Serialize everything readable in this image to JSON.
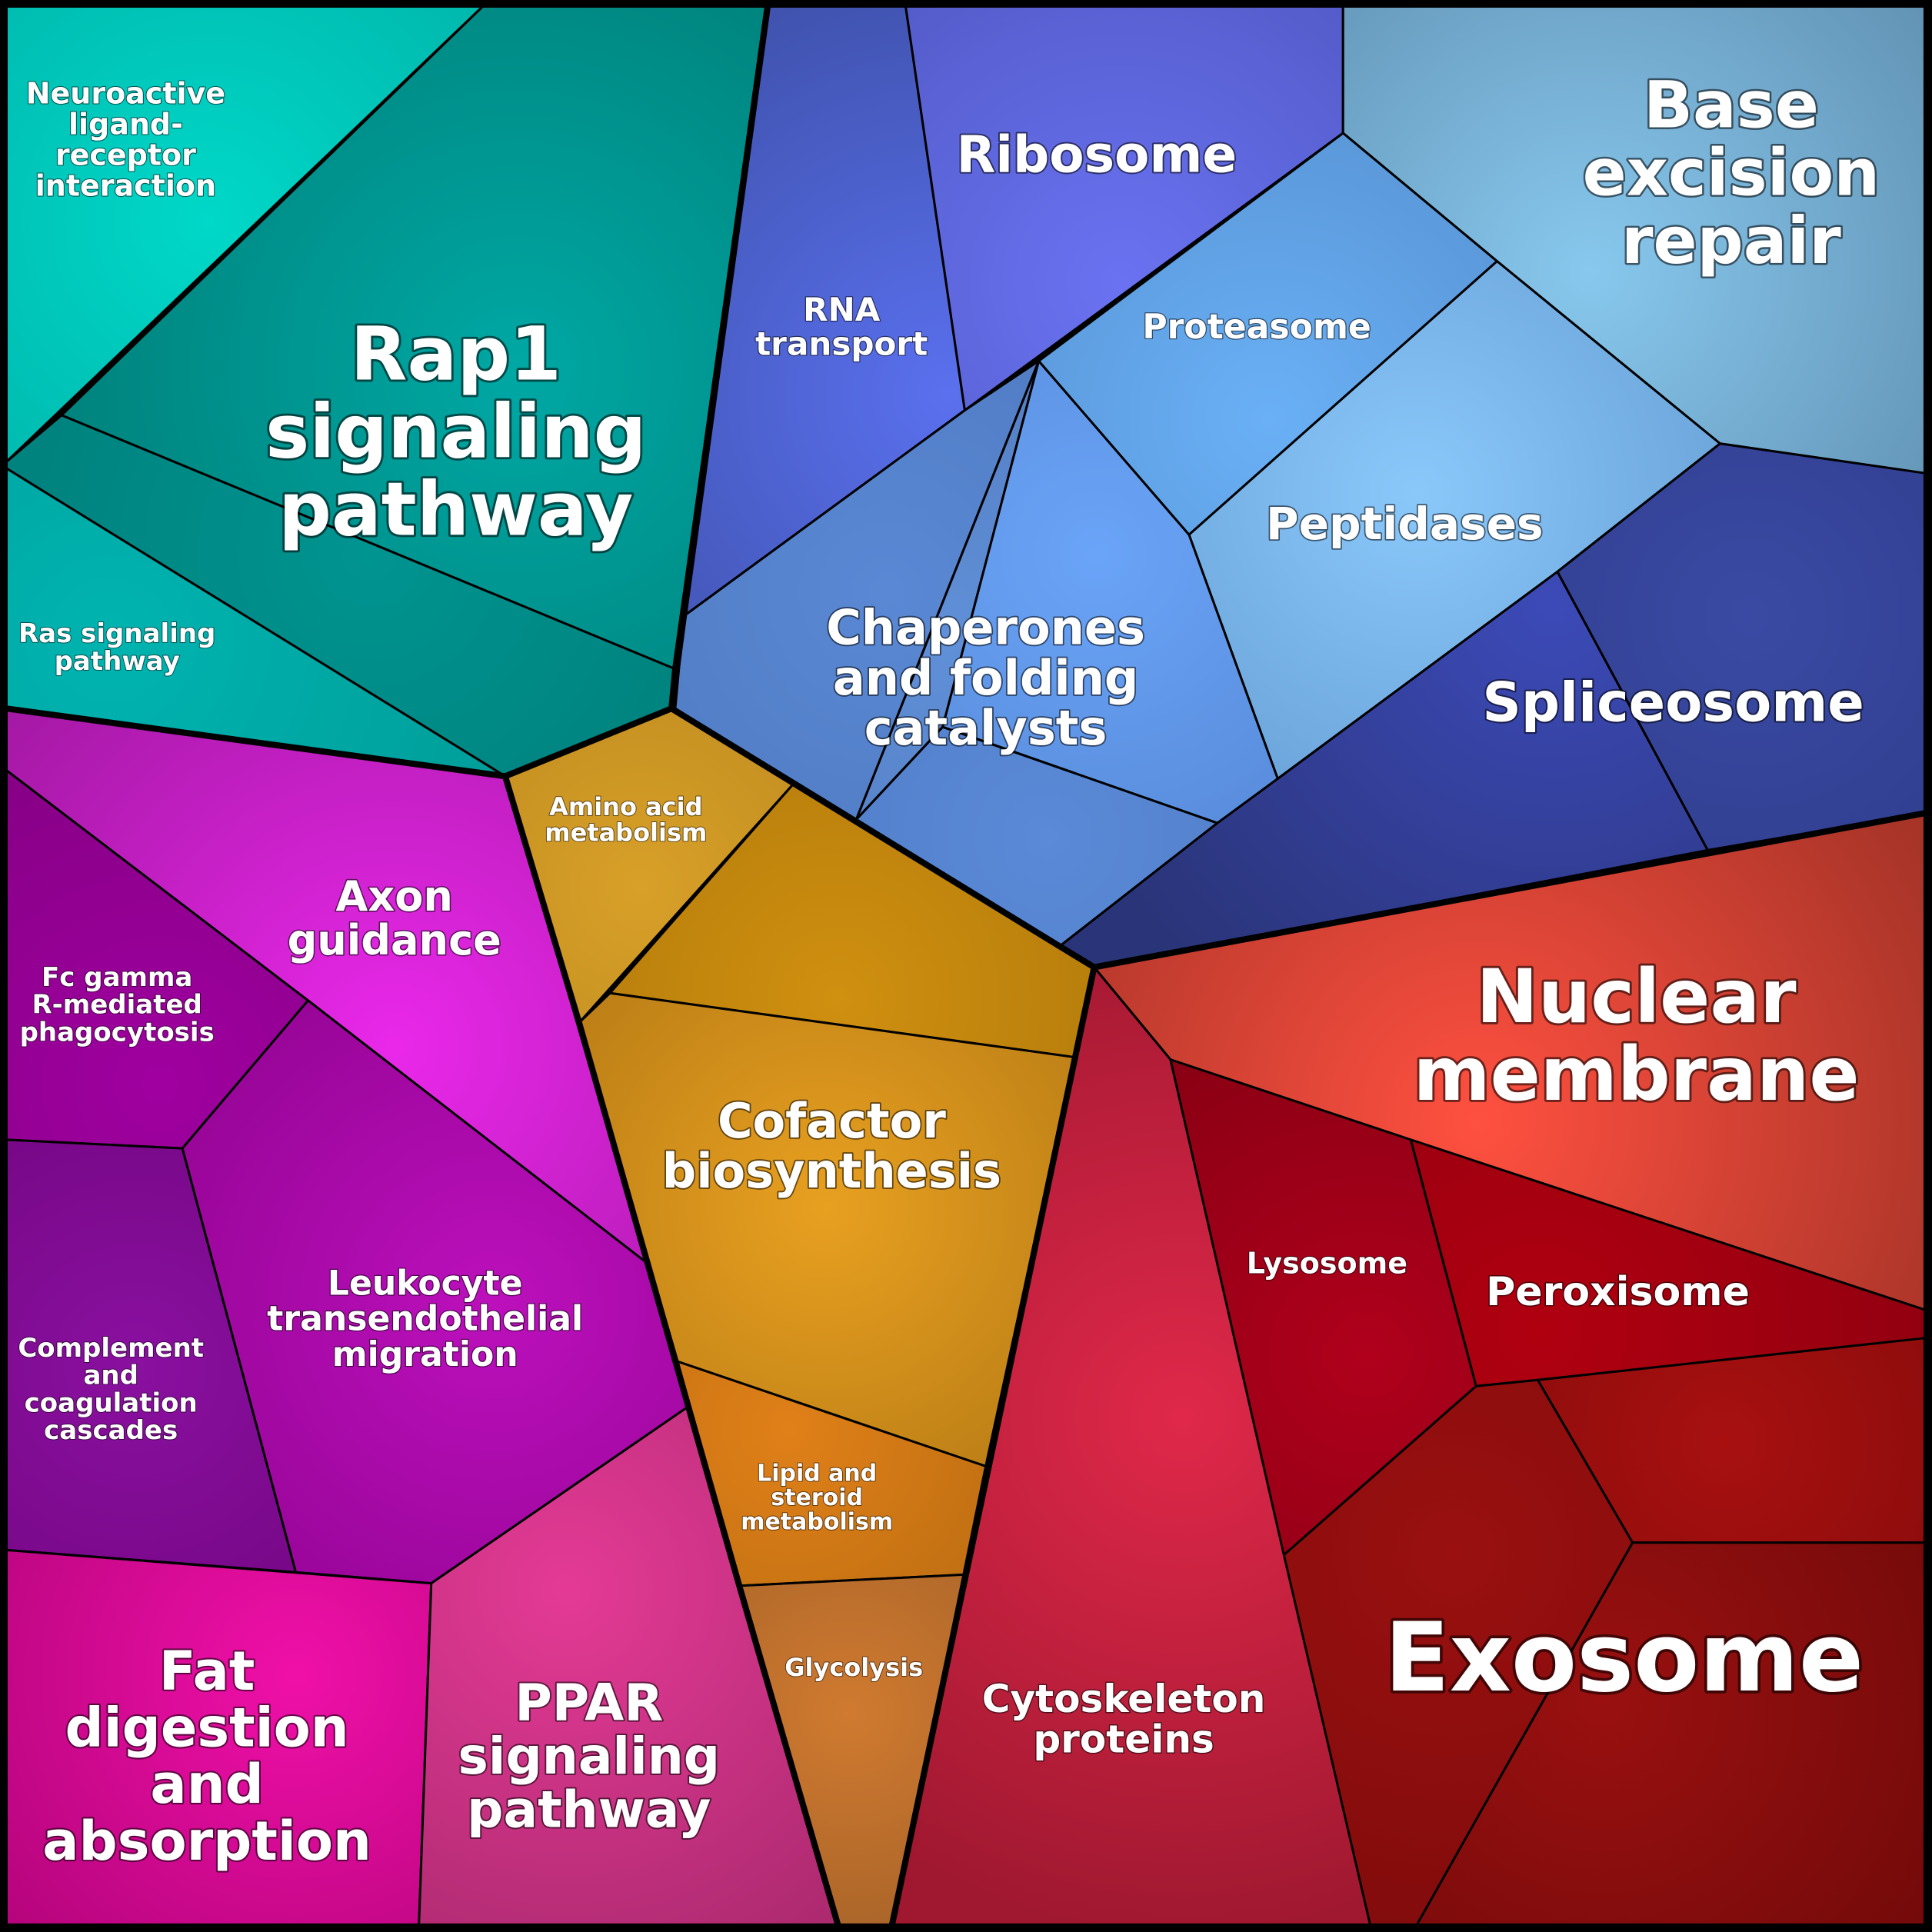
{
  "groups": [
    {
      "id": "g_teal",
      "color": "#008b8b"
    },
    {
      "id": "g_blue",
      "color": "#4a5fc0"
    },
    {
      "id": "g_magenta",
      "color": "#a010a0"
    },
    {
      "id": "g_orange",
      "color": "#c08010"
    },
    {
      "id": "g_red",
      "color": "#a01010"
    }
  ],
  "cells": [
    {
      "id": "neuroactive",
      "group": "g_teal",
      "label": [
        "Neuroactive",
        "ligand-",
        "receptor",
        "interaction"
      ],
      "inner": "#00d8c8",
      "outer": "#00a8a0",
      "font": 38
    },
    {
      "id": "rap1",
      "group": "g_teal",
      "label": [
        "Rap1",
        "signaling",
        "pathway"
      ],
      "inner": "#00a8a4",
      "outer": "#007e78",
      "font": 96
    },
    {
      "id": "teal_minor",
      "group": "g_teal",
      "label": [],
      "inner": "#009490",
      "outer": "#007a76",
      "font": 0
    },
    {
      "id": "ras",
      "group": "g_teal",
      "label": [
        "Ras signaling",
        "pathway"
      ],
      "inner": "#00b4b0",
      "outer": "#009894",
      "font": 34
    },
    {
      "id": "rna_transport",
      "group": "g_blue",
      "label": [
        "RNA",
        "transport"
      ],
      "inner": "#5a70ee",
      "outer": "#3a4ca0",
      "font": 42
    },
    {
      "id": "ribosome",
      "group": "g_blue",
      "label": [
        "Ribosome"
      ],
      "inner": "#6a72f2",
      "outer": "#4a52b8",
      "font": 66
    },
    {
      "id": "base_excision",
      "group": "g_blue",
      "label": [
        "Base",
        "excision",
        "repair"
      ],
      "inner": "#88c8ee",
      "outer": "#5a88a8",
      "font": 84
    },
    {
      "id": "proteasome",
      "group": "g_blue",
      "label": [
        "Proteasome"
      ],
      "inner": "#6ab0f6",
      "outer": "#4e86c4",
      "font": 44
    },
    {
      "id": "peptidases",
      "group": "g_blue",
      "label": [
        "Peptidases"
      ],
      "inner": "#8ac8fa",
      "outer": "#5a90c8",
      "font": 58
    },
    {
      "id": "chaperones_a",
      "group": "g_blue",
      "label": [],
      "inner": "#5a88d4",
      "outer": "#4a74b8",
      "font": 0
    },
    {
      "id": "chaperones",
      "group": "g_blue",
      "label": [
        "Chaperones",
        "and folding",
        "catalysts"
      ],
      "inner": "#6aa4f8",
      "outer": "#4e7cc8",
      "font": 62
    },
    {
      "id": "chaperones_c",
      "group": "g_blue",
      "label": [],
      "inner": "#5a8ad8",
      "outer": "#4a72b8",
      "font": 0
    },
    {
      "id": "chaperones_d",
      "group": "g_blue",
      "label": [],
      "inner": "#6090d8",
      "outer": "#4a70b4",
      "font": 0
    },
    {
      "id": "spliceosome",
      "group": "g_blue",
      "label": [
        "Spliceosome"
      ],
      "inner": "#3c4ab8",
      "outer": "#2a3478",
      "font": 70
    },
    {
      "id": "splice_minor",
      "group": "g_blue",
      "label": [],
      "inner": "#3a4aa4",
      "outer": "#2a3680",
      "font": 0
    },
    {
      "id": "axon",
      "group": "g_magenta",
      "label": [
        "Axon",
        "guidance"
      ],
      "inner": "#ea28ea",
      "outer": "#a418a4",
      "font": 54
    },
    {
      "id": "fcgamma",
      "group": "g_magenta",
      "label": [
        "Fc gamma",
        "R-mediated",
        "phagocytosis"
      ],
      "inner": "#a000a0",
      "outer": "#7a0078",
      "font": 34
    },
    {
      "id": "leukocyte",
      "group": "g_magenta",
      "label": [
        "Leukocyte",
        "transendothelial",
        "migration"
      ],
      "inner": "#bc10bc",
      "outer": "#880088",
      "font": 44
    },
    {
      "id": "complement",
      "group": "g_magenta",
      "label": [
        "Complement",
        "and",
        "coagulation",
        "cascades"
      ],
      "inner": "#8a10a0",
      "outer": "#660070",
      "font": 34
    },
    {
      "id": "fat_digestion",
      "group": "g_magenta",
      "label": [
        "Fat",
        "digestion",
        "and",
        "absorption"
      ],
      "inner": "#f010a8",
      "outer": "#a0006c",
      "font": 70
    },
    {
      "id": "ppar",
      "group": "g_magenta",
      "label": [
        "PPAR",
        "signaling",
        "pathway"
      ],
      "inner": "#e43a96",
      "outer": "#a02666",
      "font": 66
    },
    {
      "id": "amino_acid",
      "group": "g_orange",
      "label": [
        "Amino acid",
        "metabolism"
      ],
      "inner": "#d8a028",
      "outer": "#a87818",
      "font": 32
    },
    {
      "id": "orange_minor",
      "group": "g_orange",
      "label": [],
      "inner": "#d09010",
      "outer": "#a06e08",
      "font": 0
    },
    {
      "id": "cofactor",
      "group": "g_orange",
      "label": [
        "Cofactor",
        "biosynthesis"
      ],
      "inner": "#e8a020",
      "outer": "#a06a10",
      "font": 62
    },
    {
      "id": "lipid",
      "group": "g_orange",
      "label": [
        "Lipid and",
        "steroid",
        "metabolism"
      ],
      "inner": "#e08018",
      "outer": "#9a5c0c",
      "font": 30
    },
    {
      "id": "glycolysis",
      "group": "g_orange",
      "label": [
        "Glycolysis"
      ],
      "inner": "#d07a30",
      "outer": "#7a4a20",
      "font": 32
    },
    {
      "id": "nuclear_membrane",
      "group": "g_red",
      "label": [
        "Nuclear",
        "membrane"
      ],
      "inner": "#ff5040",
      "outer": "#a83428",
      "font": 96
    },
    {
      "id": "cytoskeleton",
      "group": "g_red",
      "label": [
        "Cytoskeleton",
        "proteins"
      ],
      "inner": "#e0284a",
      "outer": "#a01830",
      "font": 50
    },
    {
      "id": "lysosome",
      "group": "g_red",
      "label": [
        "Lysosome"
      ],
      "inner": "#b0001c",
      "outer": "#780010",
      "font": 38
    },
    {
      "id": "peroxisome",
      "group": "g_red",
      "label": [
        "Peroxisome"
      ],
      "inner": "#b00010",
      "outer": "#880010",
      "font": 52
    },
    {
      "id": "red_minor",
      "group": "g_red",
      "label": [],
      "inner": "#a81010",
      "outer": "#700808",
      "font": 0
    },
    {
      "id": "red_minor2",
      "group": "g_red",
      "label": [],
      "inner": "#9a1010",
      "outer": "#7a0a0a",
      "font": 0
    },
    {
      "id": "exosome",
      "group": "g_red",
      "label": [
        "Exosome"
      ],
      "inner": "#9a1010",
      "outer": "#680808",
      "font": 124
    }
  ]
}
